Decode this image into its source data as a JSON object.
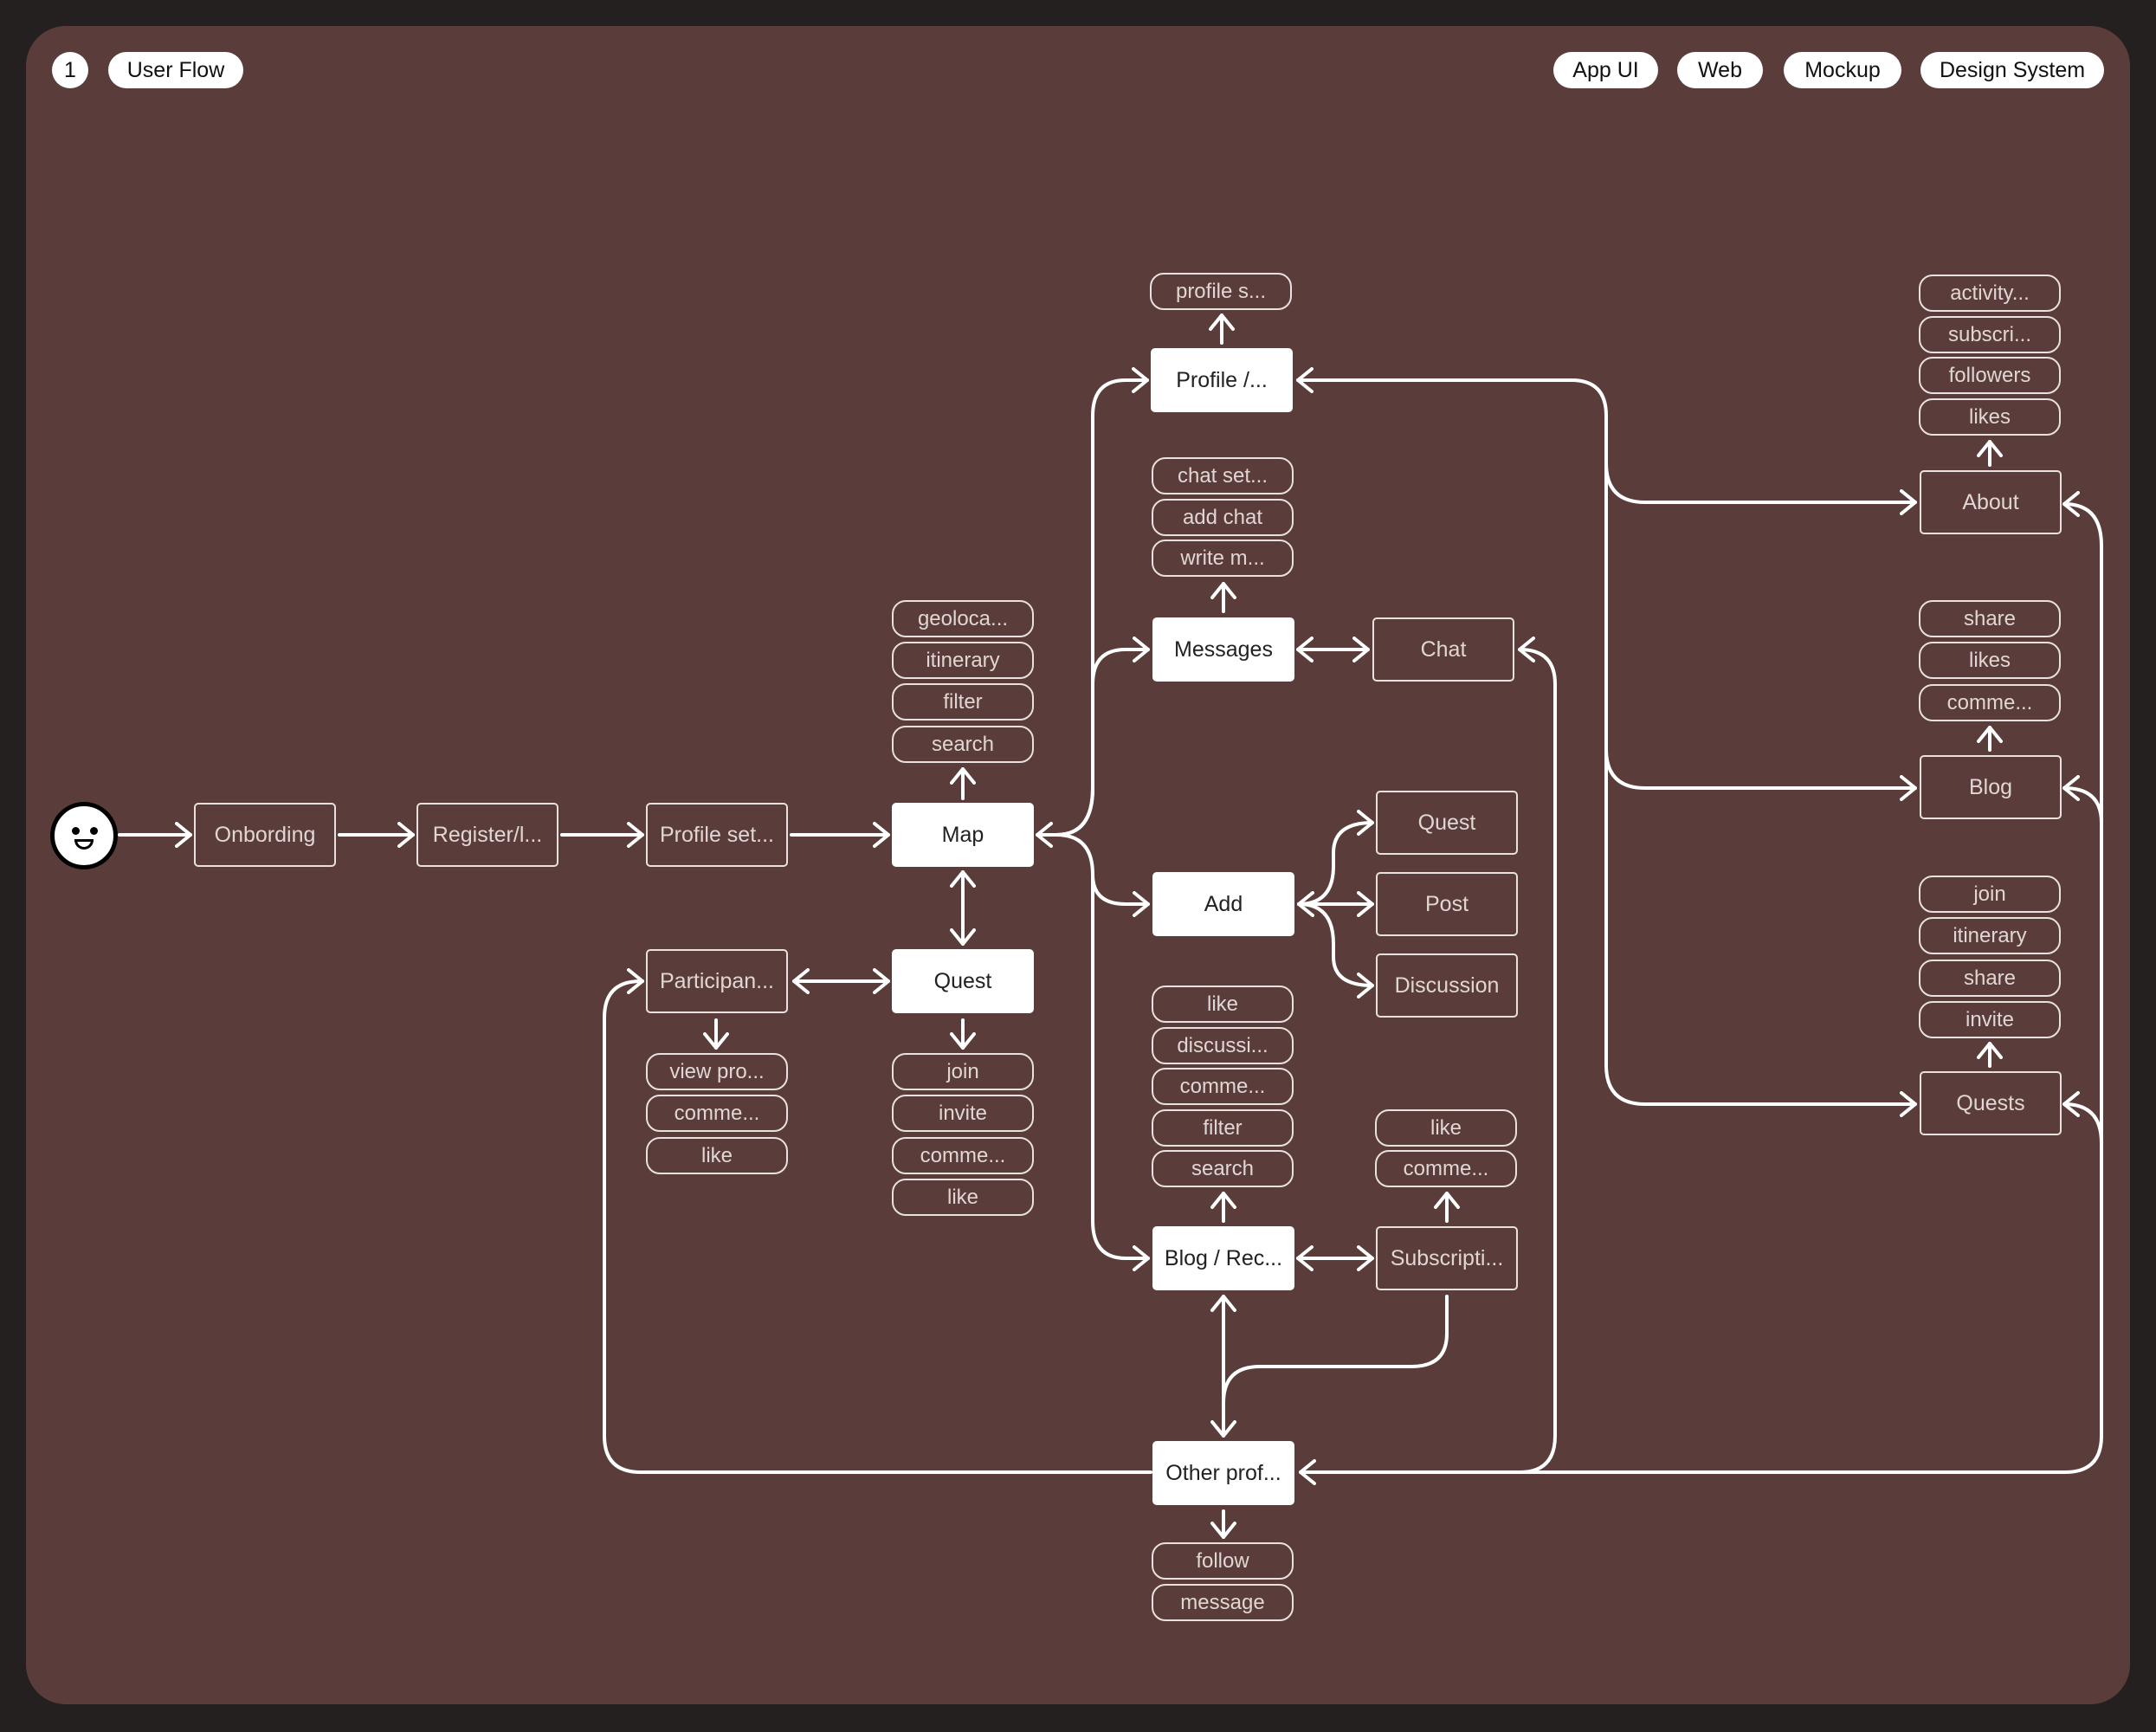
{
  "header": {
    "page_number": "1",
    "title_tag": "User Flow",
    "category_tags": [
      "App UI",
      "Web",
      "Mockup",
      "Design System"
    ]
  },
  "colors": {
    "canvas": "#242020",
    "panel": "#5a3d3b",
    "line": "#ffffff",
    "primary_node_fill": "#ffffff"
  },
  "start": {
    "icon": "smiley-user-icon"
  },
  "nodes": {
    "onboarding": "Onbording",
    "register": "Register/l...",
    "profile_setup": "Profile set...",
    "map": "Map",
    "quest": "Quest",
    "participants": "Participan...",
    "profile": "Profile /...",
    "messages": "Messages",
    "chat": "Chat",
    "add": "Add",
    "add_quest": "Quest",
    "add_post": "Post",
    "add_discussion": "Discussion",
    "blog_rec": "Blog / Rec...",
    "subscriptions": "Subscripti...",
    "other_profile": "Other prof...",
    "about": "About",
    "blog": "Blog",
    "quests": "Quests"
  },
  "actions": {
    "map": [
      "geoloca...",
      "itinerary",
      "filter",
      "search"
    ],
    "quest": [
      "join",
      "invite",
      "comme...",
      "like"
    ],
    "participants": [
      "view pro...",
      "comme...",
      "like"
    ],
    "profile": [
      "profile s..."
    ],
    "messages": [
      "chat set...",
      "add chat",
      "write m..."
    ],
    "blog_rec": [
      "like",
      "discussi...",
      "comme...",
      "filter",
      "search"
    ],
    "subscriptions": [
      "like",
      "comme..."
    ],
    "other_profile": [
      "follow",
      "message"
    ],
    "about": [
      "activity...",
      "subscri...",
      "followers",
      "likes"
    ],
    "blog": [
      "share",
      "likes",
      "comme..."
    ],
    "quests": [
      "join",
      "itinerary",
      "share",
      "invite"
    ]
  }
}
